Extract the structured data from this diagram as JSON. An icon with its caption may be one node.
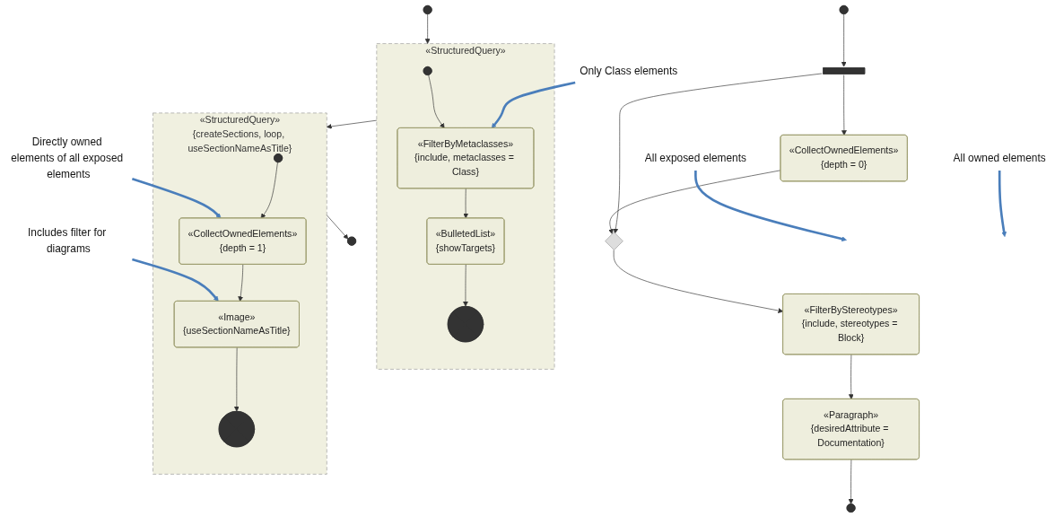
{
  "diagram": {
    "nodes": [
      {
        "text": [],
        "shape": "circle"
      },
      {
        "text": [
          "Only Class elements"
        ]
      },
      {
        "text": [
          "«StructuredQuery»"
        ]
      },
      {
        "text": [],
        "shape": "circle",
        "in": 2
      },
      {
        "text": [
          "«FilterByMetaclasses»",
          "{include, metaclasses = Class}"
        ],
        "in": 2
      },
      {
        "text": [
          "«BulletedList»",
          "{showTargets}"
        ],
        "in": 2
      },
      {
        "text": [],
        "shape": "circle",
        "in": 2
      },
      {
        "text": [],
        "shape": "circle"
      },
      {
        "text": [
          "«StructuredQuery»",
          "{createSections, loop, useSectionNameAsTitle}"
        ]
      },
      {
        "text": [],
        "shape": "circle",
        "in": 8
      },
      {
        "text": [
          "«CollectOwnedElements»",
          "{depth = 1}"
        ],
        "in": 8
      },
      {
        "text": [
          "«Image»",
          "{useSectionNameAsTitle}"
        ],
        "in": 8
      },
      {
        "text": [],
        "shape": "circle",
        "in": 8
      },
      {
        "text": [
          "Directly owned elements of all exposed elements"
        ]
      },
      {
        "text": [
          "Includes filter for diagrams"
        ]
      },
      {
        "text": [],
        "shape": "circle"
      },
      {
        "text": [],
        "shape": "bar"
      },
      {
        "text": [
          "«CollectOwnedElements»",
          "{depth = 0}"
        ]
      },
      {
        "text": [
          "All owned elements"
        ]
      },
      {
        "text": [],
        "shape": "diamond"
      },
      {
        "text": [
          "All exposed elements"
        ]
      },
      {
        "text": [
          "«FilterByStereotypes»",
          "{include, stereotypes = Block}"
        ]
      },
      {
        "text": [
          "«Paragraph»",
          "{desiredAttribute = Documentation}"
        ]
      },
      {
        "text": [],
        "shape": "circle"
      }
    ],
    "edges": [
      {
        "from": 0,
        "to": 2,
        "arrow": "to"
      },
      {
        "from": 1,
        "to": 4,
        "arrow": "to",
        "style": "thick",
        "color": "#4a7ebb"
      },
      {
        "from": 3,
        "to": 4,
        "arrow": "to"
      },
      {
        "from": 4,
        "to": 5,
        "arrow": "to"
      },
      {
        "from": 5,
        "to": 6,
        "arrow": "to"
      },
      {
        "from": 2,
        "to": 8,
        "arrow": "to"
      },
      {
        "from": 8,
        "to": 7,
        "arrow": "to"
      },
      {
        "from": 9,
        "to": 10,
        "arrow": "to"
      },
      {
        "from": 10,
        "to": 11,
        "arrow": "to"
      },
      {
        "from": 11,
        "to": 12,
        "arrow": "to"
      },
      {
        "from": 13,
        "to": 10,
        "arrow": "to",
        "style": "thick",
        "color": "#4a7ebb"
      },
      {
        "from": 14,
        "to": 11,
        "arrow": "to",
        "style": "thick",
        "color": "#4a7ebb"
      },
      {
        "from": 15,
        "to": 16,
        "arrow": "to"
      },
      {
        "from": 16,
        "to": 17,
        "arrow": "to"
      },
      {
        "from": 16,
        "to": 19,
        "arrow": "to"
      },
      {
        "from": 17,
        "to": 19,
        "arrow": "to"
      },
      {
        "from": 18,
        "to": null,
        "arrow": "to",
        "style": "thick",
        "color": "#4a7ebb"
      },
      {
        "from": 20,
        "to": null,
        "arrow": "to",
        "style": "thick",
        "color": "#4a7ebb"
      },
      {
        "from": 19,
        "to": 21,
        "arrow": "to"
      },
      {
        "from": 21,
        "to": 22,
        "arrow": "to"
      },
      {
        "from": 22,
        "to": 23,
        "arrow": "to"
      }
    ]
  }
}
